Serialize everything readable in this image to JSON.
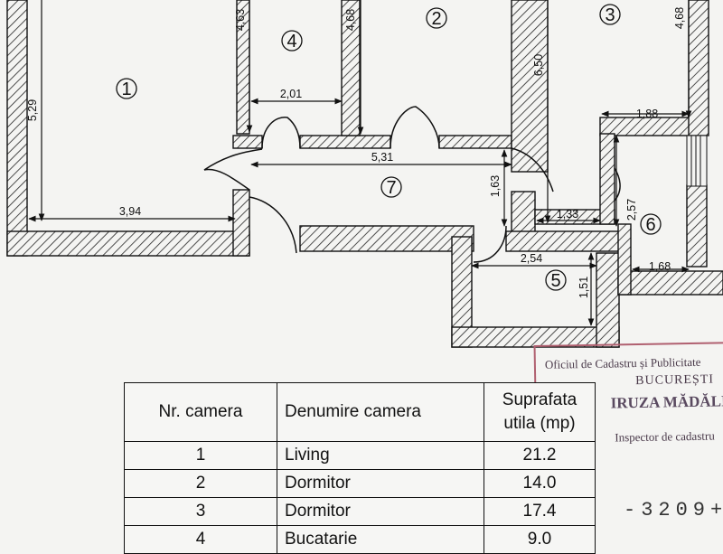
{
  "floor_plan": {
    "dimensions": [
      "5,29",
      "4,63",
      "2,01",
      "3,94",
      "4,68",
      "5,31",
      "1,63",
      "6,50",
      "1,88",
      "4,68",
      "1,33",
      "2,57",
      "2,54",
      "1,51",
      "1,68"
    ],
    "rooms": [
      "1",
      "2",
      "3",
      "4",
      "5",
      "6",
      "7"
    ]
  },
  "table": {
    "headers": {
      "nr": "Nr. camera",
      "name": "Denumire camera",
      "area_line1": "Suprafata",
      "area_line2": "utila (mp)"
    },
    "rows": [
      {
        "nr": "1",
        "name": "Living",
        "area": "21.2"
      },
      {
        "nr": "2",
        "name": "Dormitor",
        "area": "14.0"
      },
      {
        "nr": "3",
        "name": "Dormitor",
        "area": "17.4"
      },
      {
        "nr": "4",
        "name": "Bucatarie",
        "area": "9.0"
      }
    ]
  },
  "stamp": {
    "line1": "Oficiul de Cadastru și Publicitate",
    "line2": "BUCUREȘTI",
    "line3": "IRUZA MĂDĂLINA",
    "line4": "Inspector de cadastru",
    "number": "-3209+"
  }
}
